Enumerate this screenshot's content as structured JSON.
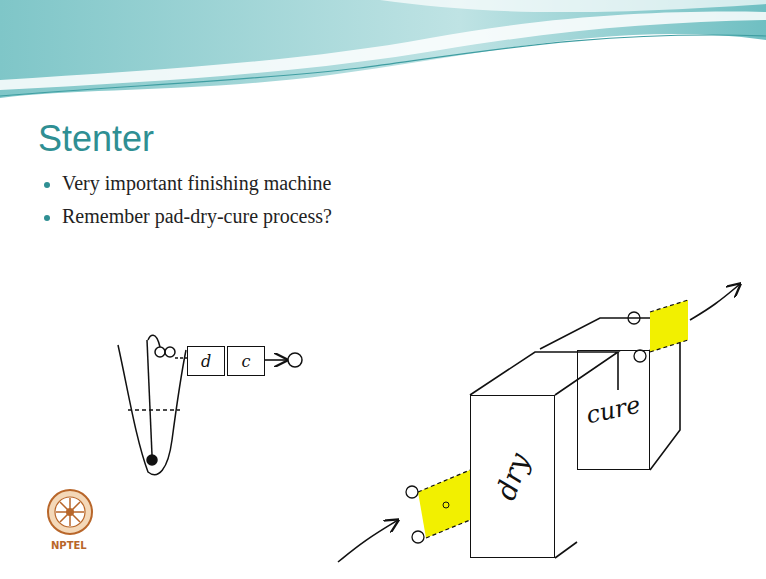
{
  "diagram": {
    "title": "Stenter",
    "nodes": [
      {
        "text": [
          "d"
        ]
      },
      {
        "text": [
          "c"
        ]
      },
      {
        "text": [
          "dry"
        ]
      },
      {
        "text": [
          "cure"
        ]
      }
    ],
    "labels": [
      "Very important finishing machine",
      "Remember pad-dry-cure process?",
      "NPTEL"
    ]
  }
}
